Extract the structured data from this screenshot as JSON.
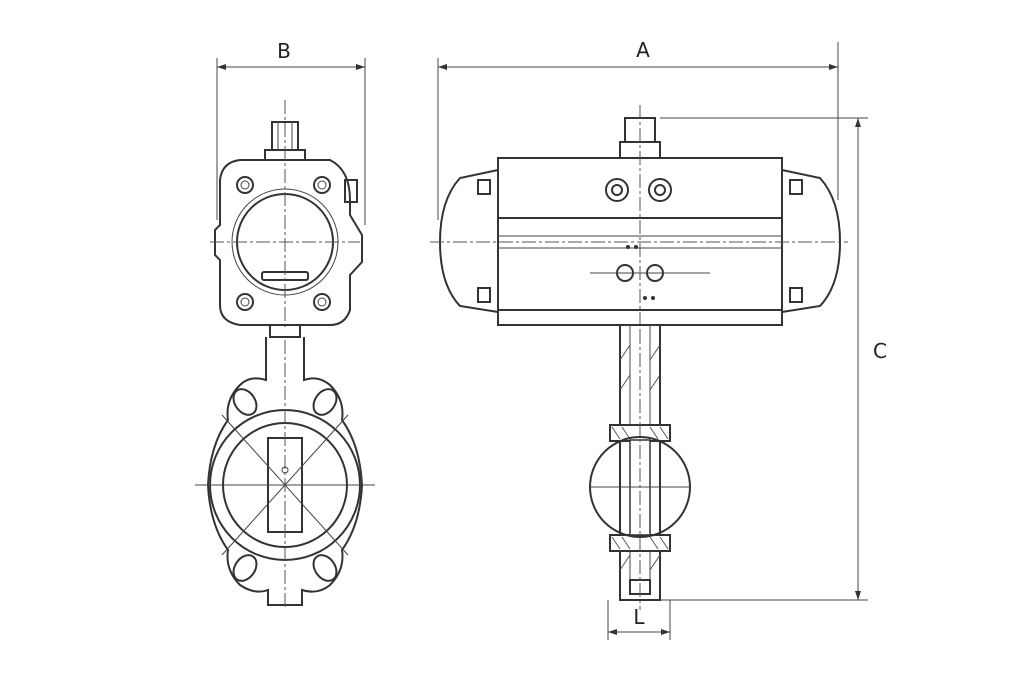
{
  "drawing": {
    "dimensions": {
      "A": "A",
      "B": "B",
      "C": "C",
      "L": "L"
    }
  }
}
